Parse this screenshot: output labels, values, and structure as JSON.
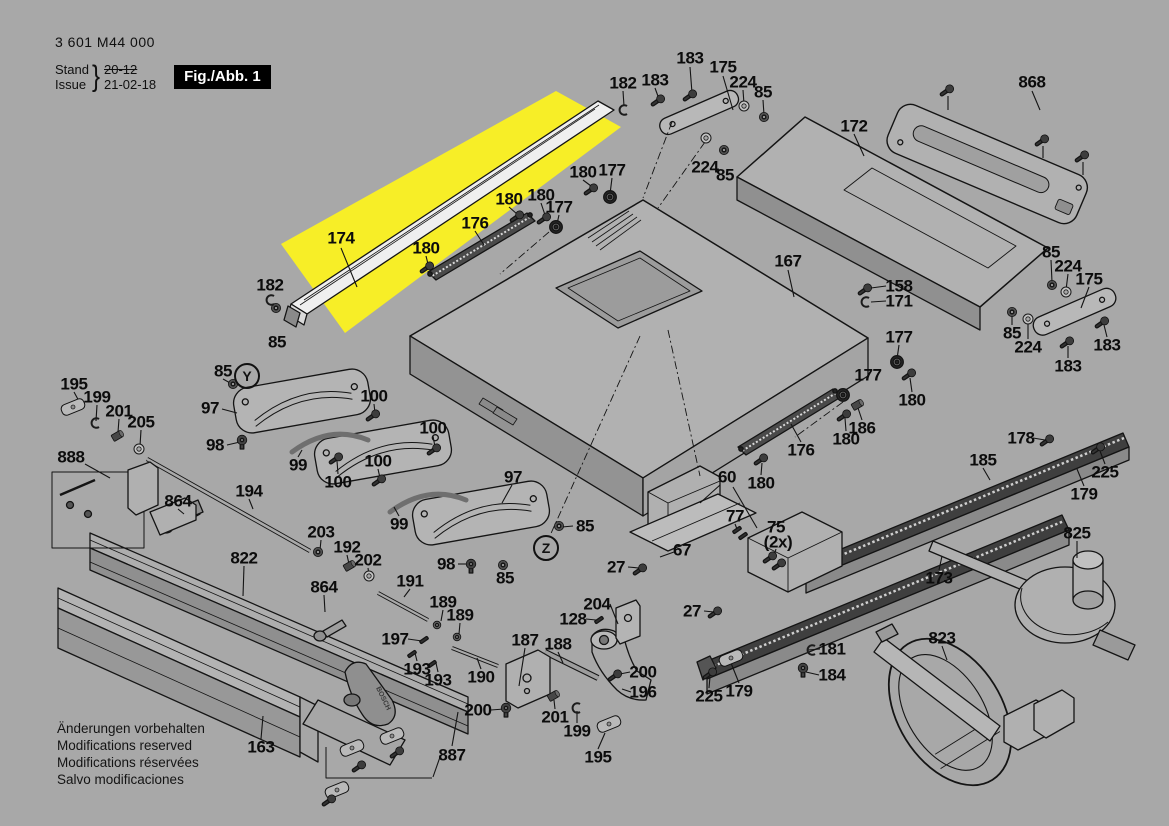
{
  "header": {
    "part_number": "3 601 M44 000",
    "stand_label": "Stand",
    "issue_label": "Issue",
    "stand_value": "20-12",
    "issue_value": "21-02-18",
    "fig_label": "Fig./Abb. 1"
  },
  "footer": {
    "lines": [
      "Änderungen vorbehalten",
      "Modifications reserved",
      "Modifications réservées",
      "Salvo modificaciones"
    ]
  },
  "colors": {
    "background": "#a8a8a8",
    "highlight": "#f7ee27",
    "ink": "#141414",
    "fig_box_bg": "#000000",
    "fig_box_fg": "#ffffff"
  },
  "diagram": {
    "highlighted_part": "174",
    "brand_label": "BOSCH",
    "callouts": [
      [
        "183",
        690,
        58
      ],
      [
        "175",
        723,
        67
      ],
      [
        "183",
        655,
        80
      ],
      [
        "182",
        623,
        83
      ],
      [
        "224",
        743,
        82
      ],
      [
        "85",
        763,
        92
      ],
      [
        "868",
        1032,
        82
      ],
      [
        "172",
        854,
        126
      ],
      [
        "224",
        705,
        167
      ],
      [
        "85",
        725,
        175
      ],
      [
        "180",
        583,
        172
      ],
      [
        "177",
        612,
        170
      ],
      [
        "174",
        341,
        238
      ],
      [
        "176",
        475,
        223
      ],
      [
        "180",
        426,
        248
      ],
      [
        "180",
        509,
        199
      ],
      [
        "180",
        541,
        195
      ],
      [
        "177",
        559,
        207
      ],
      [
        "182",
        270,
        285
      ],
      [
        "85",
        277,
        342
      ],
      [
        "167",
        788,
        261
      ],
      [
        "158",
        899,
        286
      ],
      [
        "171",
        899,
        301
      ],
      [
        "177",
        899,
        337
      ],
      [
        "85",
        1051,
        252
      ],
      [
        "224",
        1068,
        266
      ],
      [
        "175",
        1089,
        279
      ],
      [
        "85",
        1012,
        333
      ],
      [
        "224",
        1028,
        347
      ],
      [
        "183",
        1107,
        345
      ],
      [
        "183",
        1068,
        366
      ],
      [
        "177",
        868,
        375
      ],
      [
        "180",
        912,
        400
      ],
      [
        "186",
        862,
        428
      ],
      [
        "180",
        846,
        439
      ],
      [
        "176",
        801,
        450
      ],
      [
        "180",
        761,
        483
      ],
      [
        "178",
        1021,
        438
      ],
      [
        "185",
        983,
        460
      ],
      [
        "225",
        1105,
        472
      ],
      [
        "179",
        1084,
        494
      ],
      [
        "825",
        1077,
        533
      ],
      [
        "173",
        939,
        578
      ],
      [
        "823",
        942,
        638
      ],
      [
        "181",
        832,
        649
      ],
      [
        "184",
        832,
        675
      ],
      [
        "225",
        709,
        696
      ],
      [
        "179",
        739,
        691
      ],
      [
        "27",
        692,
        611
      ],
      [
        "27",
        616,
        567
      ],
      [
        "60",
        727,
        477
      ],
      [
        "77",
        735,
        516
      ],
      [
        "75",
        776,
        527
      ],
      [
        "(2x)",
        778,
        542
      ],
      [
        "67",
        682,
        550
      ],
      [
        "85",
        585,
        526
      ],
      [
        "97",
        513,
        477
      ],
      [
        "98",
        446,
        564
      ],
      [
        "85",
        505,
        578
      ],
      [
        "100",
        433,
        428
      ],
      [
        "100",
        378,
        461
      ],
      [
        "100",
        374,
        396
      ],
      [
        "100",
        338,
        482
      ],
      [
        "99",
        399,
        524
      ],
      [
        "99",
        298,
        465
      ],
      [
        "98",
        215,
        445
      ],
      [
        "97",
        210,
        408
      ],
      [
        "85",
        223,
        371
      ],
      [
        "195",
        74,
        384
      ],
      [
        "199",
        97,
        397
      ],
      [
        "201",
        119,
        411
      ],
      [
        "205",
        141,
        422
      ],
      [
        "888",
        71,
        457
      ],
      [
        "864",
        178,
        501
      ],
      [
        "194",
        249,
        491
      ],
      [
        "822",
        244,
        558
      ],
      [
        "203",
        321,
        532
      ],
      [
        "192",
        347,
        547
      ],
      [
        "202",
        368,
        560
      ],
      [
        "864",
        324,
        587
      ],
      [
        "191",
        410,
        581
      ],
      [
        "189",
        443,
        602
      ],
      [
        "189",
        460,
        615
      ],
      [
        "197",
        395,
        639
      ],
      [
        "193",
        417,
        669
      ],
      [
        "193",
        438,
        680
      ],
      [
        "190",
        481,
        677
      ],
      [
        "187",
        525,
        640
      ],
      [
        "188",
        558,
        644
      ],
      [
        "204",
        597,
        604
      ],
      [
        "128",
        573,
        619
      ],
      [
        "200",
        478,
        710
      ],
      [
        "200",
        643,
        672
      ],
      [
        "196",
        643,
        692
      ],
      [
        "201",
        555,
        717
      ],
      [
        "199",
        577,
        731
      ],
      [
        "195",
        598,
        757
      ],
      [
        "887",
        452,
        755
      ],
      [
        "163",
        261,
        747
      ]
    ],
    "circled": [
      [
        "Y",
        247,
        376
      ],
      [
        "Z",
        546,
        548
      ]
    ],
    "leaders": [
      [
        690,
        67,
        692,
        93
      ],
      [
        723,
        76,
        733,
        110
      ],
      [
        655,
        88,
        659,
        99
      ],
      [
        623,
        91,
        624,
        106
      ],
      [
        743,
        90,
        744,
        104
      ],
      [
        763,
        100,
        764,
        115
      ],
      [
        1032,
        91,
        1040,
        110
      ],
      [
        854,
        134,
        864,
        156
      ],
      [
        341,
        248,
        357,
        287
      ],
      [
        426,
        256,
        428,
        264
      ],
      [
        475,
        231,
        484,
        245
      ],
      [
        509,
        207,
        517,
        214
      ],
      [
        541,
        203,
        545,
        215
      ],
      [
        559,
        215,
        557,
        224
      ],
      [
        583,
        180,
        591,
        186
      ],
      [
        612,
        178,
        610,
        194
      ],
      [
        788,
        270,
        794,
        297
      ],
      [
        886,
        286,
        871,
        288
      ],
      [
        886,
        301,
        871,
        302
      ],
      [
        899,
        345,
        897,
        359
      ],
      [
        912,
        392,
        910,
        378
      ],
      [
        862,
        420,
        858,
        408
      ],
      [
        846,
        431,
        845,
        418
      ],
      [
        801,
        442,
        791,
        424
      ],
      [
        761,
        475,
        762,
        463
      ],
      [
        1051,
        260,
        1052,
        282
      ],
      [
        1068,
        274,
        1066,
        290
      ],
      [
        1089,
        287,
        1081,
        308
      ],
      [
        1012,
        325,
        1012,
        314
      ],
      [
        1028,
        339,
        1028,
        322
      ],
      [
        1107,
        337,
        1104,
        325
      ],
      [
        1068,
        358,
        1068,
        346
      ],
      [
        1033,
        438,
        1045,
        440
      ],
      [
        1105,
        464,
        1100,
        451
      ],
      [
        1084,
        486,
        1077,
        469
      ],
      [
        983,
        468,
        990,
        480
      ],
      [
        1077,
        541,
        1077,
        558
      ],
      [
        939,
        570,
        942,
        556
      ],
      [
        942,
        646,
        947,
        660
      ],
      [
        820,
        649,
        808,
        650
      ],
      [
        819,
        675,
        806,
        672
      ],
      [
        709,
        688,
        710,
        677
      ],
      [
        739,
        683,
        731,
        663
      ],
      [
        704,
        611,
        714,
        612
      ],
      [
        628,
        567,
        639,
        568
      ],
      [
        720,
        485,
        700,
        503
      ],
      [
        733,
        487,
        757,
        528
      ],
      [
        735,
        524,
        737,
        529
      ],
      [
        776,
        549,
        774,
        556
      ],
      [
        674,
        552,
        660,
        557
      ],
      [
        573,
        526,
        562,
        527
      ],
      [
        512,
        485,
        502,
        503
      ],
      [
        458,
        564,
        469,
        564
      ],
      [
        505,
        570,
        504,
        564
      ],
      [
        374,
        404,
        375,
        413
      ],
      [
        433,
        436,
        435,
        447
      ],
      [
        378,
        469,
        380,
        478
      ],
      [
        338,
        474,
        337,
        461
      ],
      [
        399,
        516,
        394,
        507
      ],
      [
        298,
        457,
        302,
        450
      ],
      [
        227,
        445,
        240,
        442
      ],
      [
        222,
        409,
        237,
        413
      ],
      [
        223,
        379,
        232,
        384
      ],
      [
        74,
        392,
        80,
        403
      ],
      [
        97,
        405,
        96,
        421
      ],
      [
        119,
        419,
        118,
        432
      ],
      [
        141,
        430,
        140,
        446
      ],
      [
        85,
        464,
        110,
        478
      ],
      [
        178,
        509,
        184,
        514
      ],
      [
        249,
        499,
        253,
        509
      ],
      [
        244,
        566,
        243,
        596
      ],
      [
        261,
        739,
        263,
        716
      ],
      [
        321,
        540,
        320,
        550
      ],
      [
        347,
        555,
        349,
        564
      ],
      [
        368,
        568,
        369,
        575
      ],
      [
        324,
        595,
        325,
        612
      ],
      [
        410,
        589,
        404,
        597
      ],
      [
        443,
        610,
        441,
        621
      ],
      [
        460,
        623,
        459,
        634
      ],
      [
        408,
        639,
        422,
        641
      ],
      [
        417,
        661,
        415,
        653
      ],
      [
        438,
        672,
        436,
        663
      ],
      [
        481,
        669,
        477,
        658
      ],
      [
        525,
        648,
        519,
        686
      ],
      [
        558,
        652,
        563,
        663
      ],
      [
        610,
        604,
        618,
        624
      ],
      [
        586,
        619,
        596,
        620
      ],
      [
        491,
        710,
        504,
        709
      ],
      [
        630,
        672,
        620,
        674
      ],
      [
        631,
        692,
        622,
        689
      ],
      [
        555,
        709,
        554,
        700
      ],
      [
        577,
        723,
        577,
        711
      ],
      [
        598,
        749,
        605,
        733
      ],
      [
        440,
        757,
        433,
        777
      ],
      [
        452,
        746,
        458,
        712
      ],
      [
        948,
        96,
        948,
        110
      ],
      [
        1043,
        146,
        1043,
        158
      ],
      [
        1083,
        162,
        1083,
        175
      ]
    ],
    "hardware": [
      [
        "screw",
        691,
        95
      ],
      [
        "screw",
        659,
        100
      ],
      [
        "screw",
        428,
        267
      ],
      [
        "screw",
        518,
        216
      ],
      [
        "screw",
        545,
        218
      ],
      [
        "screw",
        592,
        189
      ],
      [
        "screw",
        910,
        374
      ],
      [
        "screw",
        845,
        415
      ],
      [
        "screw",
        762,
        459
      ],
      [
        "screw",
        866,
        289
      ],
      [
        "screw",
        1103,
        322
      ],
      [
        "screw",
        1068,
        342
      ],
      [
        "screw",
        1048,
        440
      ],
      [
        "screw",
        1099,
        448
      ],
      [
        "screw",
        711,
        673
      ],
      [
        "screw",
        641,
        569
      ],
      [
        "screw",
        716,
        612
      ],
      [
        "screw",
        616,
        675
      ],
      [
        "screw",
        948,
        90
      ],
      [
        "screw",
        1043,
        140
      ],
      [
        "screw",
        1083,
        156
      ],
      [
        "screw",
        374,
        415
      ],
      [
        "screw",
        435,
        449
      ],
      [
        "screw",
        380,
        480
      ],
      [
        "screw",
        337,
        458
      ],
      [
        "screw",
        771,
        557
      ],
      [
        "screw",
        780,
        564
      ],
      [
        "pan",
        242,
        440
      ],
      [
        "pan",
        471,
        564
      ],
      [
        "pan",
        506,
        708
      ],
      [
        "pan",
        803,
        668
      ],
      [
        "washer",
        744,
        106
      ],
      [
        "washer",
        706,
        138
      ],
      [
        "washer",
        1066,
        292
      ],
      [
        "washer",
        1028,
        319
      ],
      [
        "washer",
        139,
        449
      ],
      [
        "washer",
        369,
        576
      ],
      [
        "nut",
        764,
        117
      ],
      [
        "nut",
        724,
        150
      ],
      [
        "nut",
        1052,
        285
      ],
      [
        "nut",
        1012,
        312
      ],
      [
        "nut",
        276,
        308
      ],
      [
        "nut",
        233,
        384
      ],
      [
        "nut",
        559,
        526
      ],
      [
        "nut",
        503,
        565
      ],
      [
        "nut",
        318,
        552
      ],
      [
        "grommet",
        610,
        197
      ],
      [
        "grommet",
        556,
        227
      ],
      [
        "grommet",
        897,
        362
      ],
      [
        "grommet",
        843,
        395
      ],
      [
        "bushing",
        857,
        405
      ],
      [
        "bushing",
        117,
        436
      ],
      [
        "bushing",
        553,
        696
      ],
      [
        "bushing",
        349,
        566
      ],
      [
        "clip",
        96,
        423
      ],
      [
        "clip",
        577,
        708
      ],
      [
        "clip",
        866,
        302
      ],
      [
        "clip",
        812,
        650
      ],
      [
        "clip",
        624,
        110
      ],
      [
        "clip",
        271,
        300
      ],
      [
        "plate",
        73,
        407
      ],
      [
        "plate",
        609,
        724
      ],
      [
        "plate",
        352,
        748
      ],
      [
        "plate",
        392,
        736
      ],
      [
        "plate",
        337,
        790
      ],
      [
        "plate",
        731,
        658
      ],
      [
        "screw",
        360,
        766
      ],
      [
        "screw",
        398,
        752
      ],
      [
        "screw",
        330,
        800
      ],
      [
        "pin",
        737,
        530
      ],
      [
        "pin",
        743,
        536
      ],
      [
        "pin",
        599,
        620
      ],
      [
        "pin",
        412,
        654
      ],
      [
        "pin",
        432,
        664
      ],
      [
        "pin",
        424,
        640
      ],
      [
        "knob",
        437,
        625
      ],
      [
        "knob",
        457,
        637
      ]
    ]
  }
}
